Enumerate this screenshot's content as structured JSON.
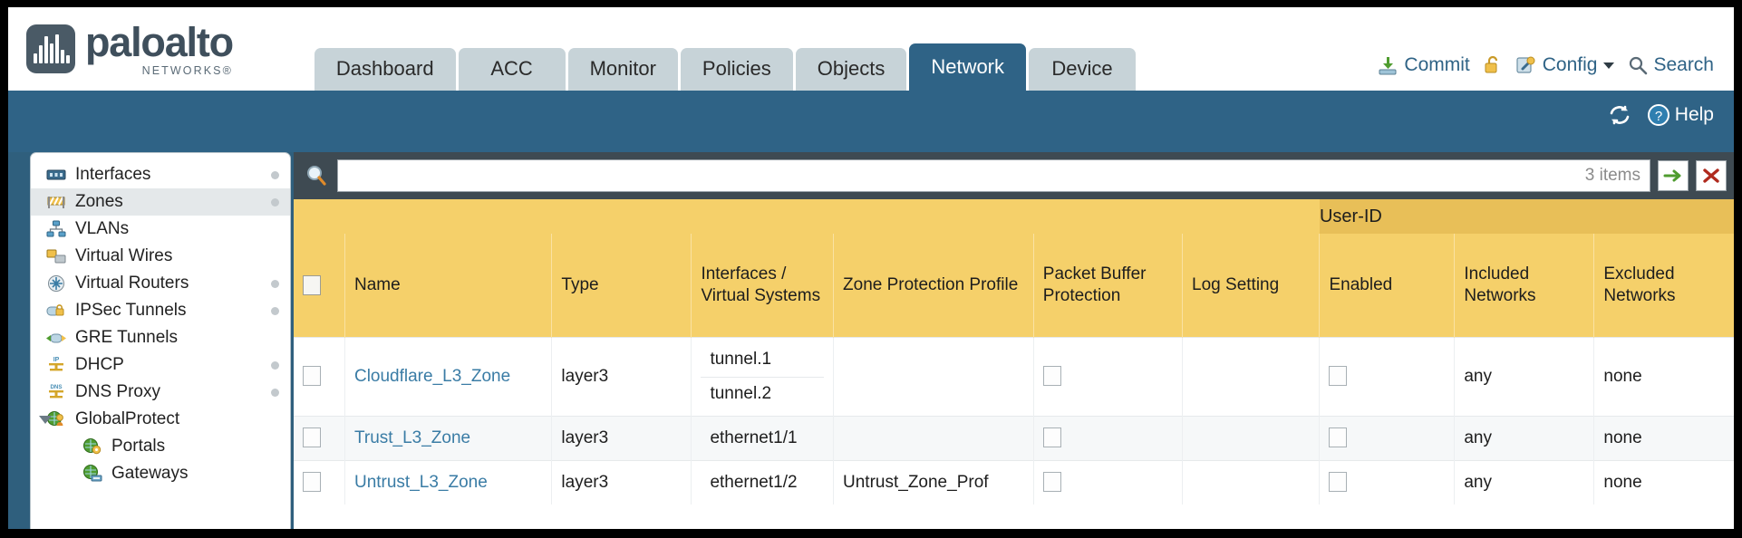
{
  "header": {
    "logo_name": "paloalto",
    "logo_sub": "NETWORKS®",
    "tabs": [
      {
        "label": "Dashboard",
        "active": false
      },
      {
        "label": "ACC",
        "active": false
      },
      {
        "label": "Monitor",
        "active": false
      },
      {
        "label": "Policies",
        "active": false
      },
      {
        "label": "Objects",
        "active": false
      },
      {
        "label": "Network",
        "active": true
      },
      {
        "label": "Device",
        "active": false
      }
    ],
    "actions": {
      "commit": "Commit",
      "config": "Config",
      "search": "Search"
    },
    "help": "Help"
  },
  "sidebar": {
    "items": [
      {
        "label": "Interfaces",
        "icon": "interfaces-icon",
        "selected": false,
        "child": false,
        "dot": true,
        "caret": false
      },
      {
        "label": "Zones",
        "icon": "zones-icon",
        "selected": true,
        "child": false,
        "dot": true,
        "caret": false
      },
      {
        "label": "VLANs",
        "icon": "vlans-icon",
        "selected": false,
        "child": false,
        "dot": false,
        "caret": false
      },
      {
        "label": "Virtual Wires",
        "icon": "virtual-wires-icon",
        "selected": false,
        "child": false,
        "dot": false,
        "caret": false
      },
      {
        "label": "Virtual Routers",
        "icon": "virtual-routers-icon",
        "selected": false,
        "child": false,
        "dot": true,
        "caret": false
      },
      {
        "label": "IPSec Tunnels",
        "icon": "ipsec-tunnels-icon",
        "selected": false,
        "child": false,
        "dot": true,
        "caret": false
      },
      {
        "label": "GRE Tunnels",
        "icon": "gre-tunnels-icon",
        "selected": false,
        "child": false,
        "dot": false,
        "caret": false
      },
      {
        "label": "DHCP",
        "icon": "dhcp-icon",
        "selected": false,
        "child": false,
        "dot": true,
        "caret": false
      },
      {
        "label": "DNS Proxy",
        "icon": "dns-proxy-icon",
        "selected": false,
        "child": false,
        "dot": true,
        "caret": false
      },
      {
        "label": "GlobalProtect",
        "icon": "globalprotect-icon",
        "selected": false,
        "child": false,
        "dot": false,
        "caret": true
      },
      {
        "label": "Portals",
        "icon": "portals-icon",
        "selected": false,
        "child": true,
        "dot": false,
        "caret": false
      },
      {
        "label": "Gateways",
        "icon": "gateways-icon",
        "selected": false,
        "child": true,
        "dot": false,
        "caret": false
      }
    ]
  },
  "search": {
    "value": "",
    "placeholder": "",
    "items_count": "3 items"
  },
  "table": {
    "group_header": "User-ID",
    "columns": [
      "Name",
      "Type",
      "Interfaces / Virtual Systems",
      "Zone Protection Profile",
      "Packet Buffer Protection",
      "Log Setting",
      "Enabled",
      "Included Networks",
      "Excluded Networks"
    ],
    "rows": [
      {
        "selected": false,
        "name": "Cloudflare_L3_Zone",
        "type": "layer3",
        "interfaces": [
          "tunnel.1",
          "tunnel.2"
        ],
        "zone_protection_profile": "",
        "packet_buffer_protection": false,
        "log_setting": "",
        "userid_enabled": false,
        "included_networks": "any",
        "excluded_networks": "none"
      },
      {
        "selected": false,
        "name": "Trust_L3_Zone",
        "type": "layer3",
        "interfaces": [
          "ethernet1/1"
        ],
        "zone_protection_profile": "",
        "packet_buffer_protection": false,
        "log_setting": "",
        "userid_enabled": false,
        "included_networks": "any",
        "excluded_networks": "none"
      },
      {
        "selected": false,
        "name": "Untrust_L3_Zone",
        "type": "layer3",
        "interfaces": [
          "ethernet1/2"
        ],
        "zone_protection_profile": "Untrust_Zone_Prof",
        "packet_buffer_protection": false,
        "log_setting": "",
        "userid_enabled": false,
        "included_networks": "any",
        "excluded_networks": "none"
      }
    ]
  },
  "colors": {
    "teal": "#2f6386",
    "gold": "#f5d06a",
    "gold_dark": "#e8bf58",
    "link": "#3a7ca5",
    "panel_dark": "#3e4a52"
  }
}
